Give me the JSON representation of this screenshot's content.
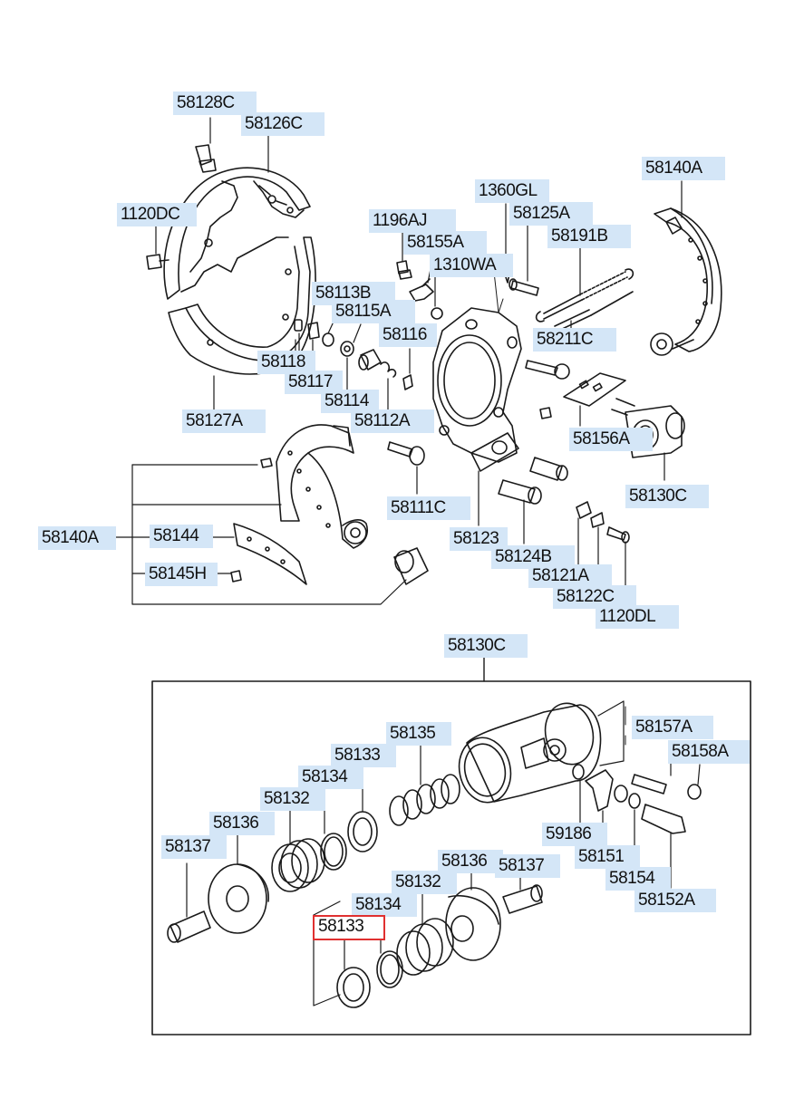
{
  "diagram": {
    "labels": {
      "l58128C": "58128C",
      "l58126C": "58126C",
      "l1120DC": "1120DC",
      "l58127A": "58127A",
      "l1196AJ": "1196AJ",
      "l58155A": "58155A",
      "l1310WA": "1310WA",
      "l1360GL": "1360GL",
      "l58125A": "58125A",
      "l58191B": "58191B",
      "l58140A_top": "58140A",
      "l58113B": "58113B",
      "l58115A": "58115A",
      "l58116": "58116",
      "l58118": "58118",
      "l58117": "58117",
      "l58114": "58114",
      "l58112A": "58112A",
      "l58211C": "58211C",
      "l58156A": "58156A",
      "l58130C_top": "58130C",
      "l58111C": "58111C",
      "l58123": "58123",
      "l58124B": "58124B",
      "l58121A": "58121A",
      "l58122C": "58122C",
      "l1120DL": "1120DL",
      "l58140A_left": "58140A",
      "l58144": "58144",
      "l58145H": "58145H",
      "l58130C_box": "58130C",
      "l58135": "58135",
      "l58133_a": "58133",
      "l58134_a": "58134",
      "l58132_a": "58132",
      "l58136_a": "58136",
      "l58137_a": "58137",
      "l58136_b": "58136",
      "l58137_b": "58137",
      "l58132_b": "58132",
      "l58134_b": "58134",
      "l58133_b": "58133",
      "l58157A": "58157A",
      "l58158A": "58158A",
      "l59186": "59186",
      "l58151": "58151",
      "l58154": "58154",
      "l58152A": "58152A"
    },
    "highlighted_label": "58133"
  }
}
